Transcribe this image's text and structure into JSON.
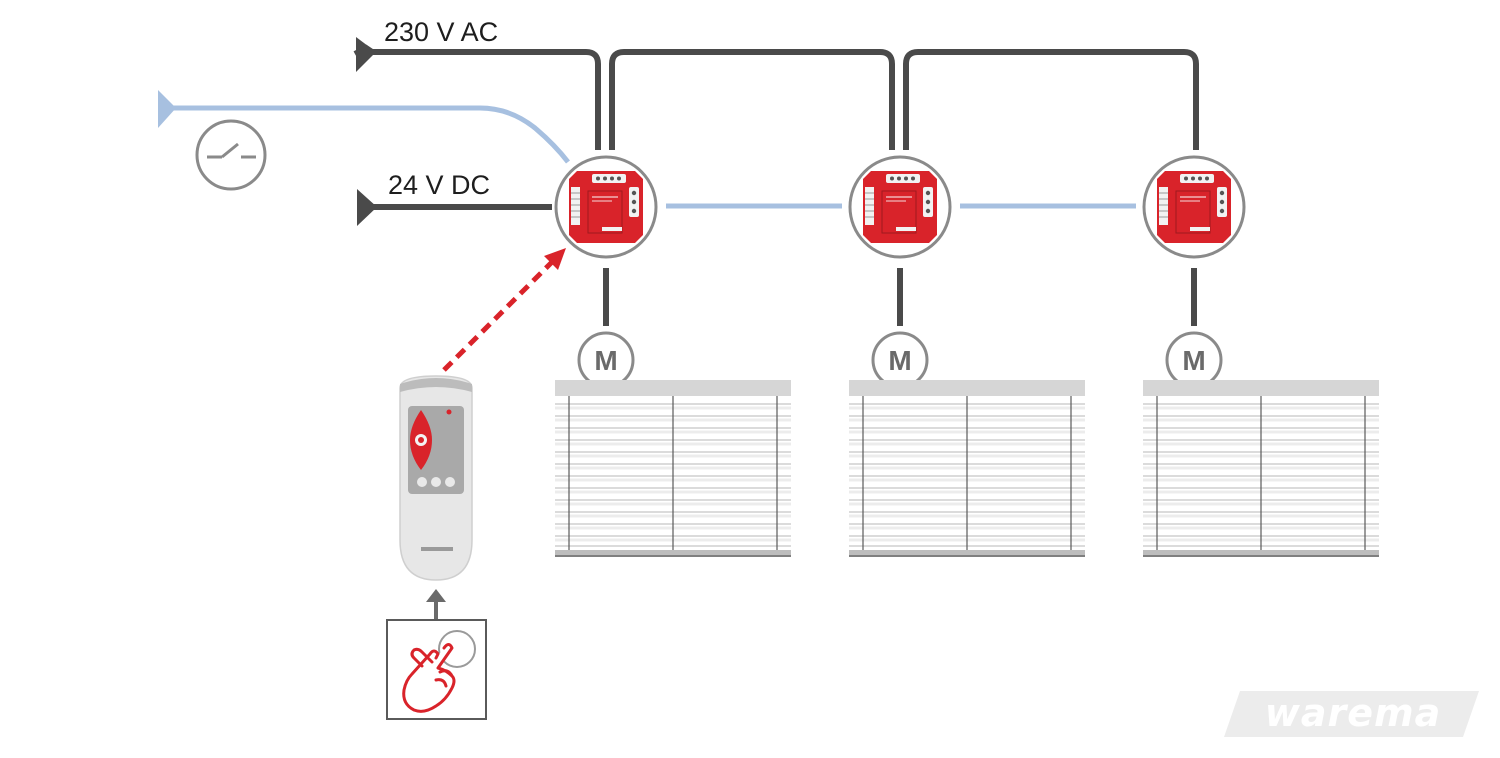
{
  "labels": {
    "ac_supply": "230 V AC",
    "dc_supply": "24 V DC",
    "motor": "M",
    "brand": "warema"
  },
  "colors": {
    "wire_dark": "#4a4a4a",
    "wire_signal": "#a7c0e0",
    "module_red": "#d9232a",
    "radio_arrow": "#d9232a",
    "ring_gray": "#8a8a8a",
    "logo_bg": "#ececec"
  },
  "icons": {
    "switch": "switch-contact-icon",
    "radio_link": "dashed-radio-arrow-icon",
    "remote": "hand-transmitter-icon",
    "push": "push-button-hand-icon",
    "motor": "motor-icon",
    "blind": "venetian-blind-icon"
  },
  "units": [
    {
      "id": "1"
    },
    {
      "id": "2"
    },
    {
      "id": "3"
    }
  ]
}
